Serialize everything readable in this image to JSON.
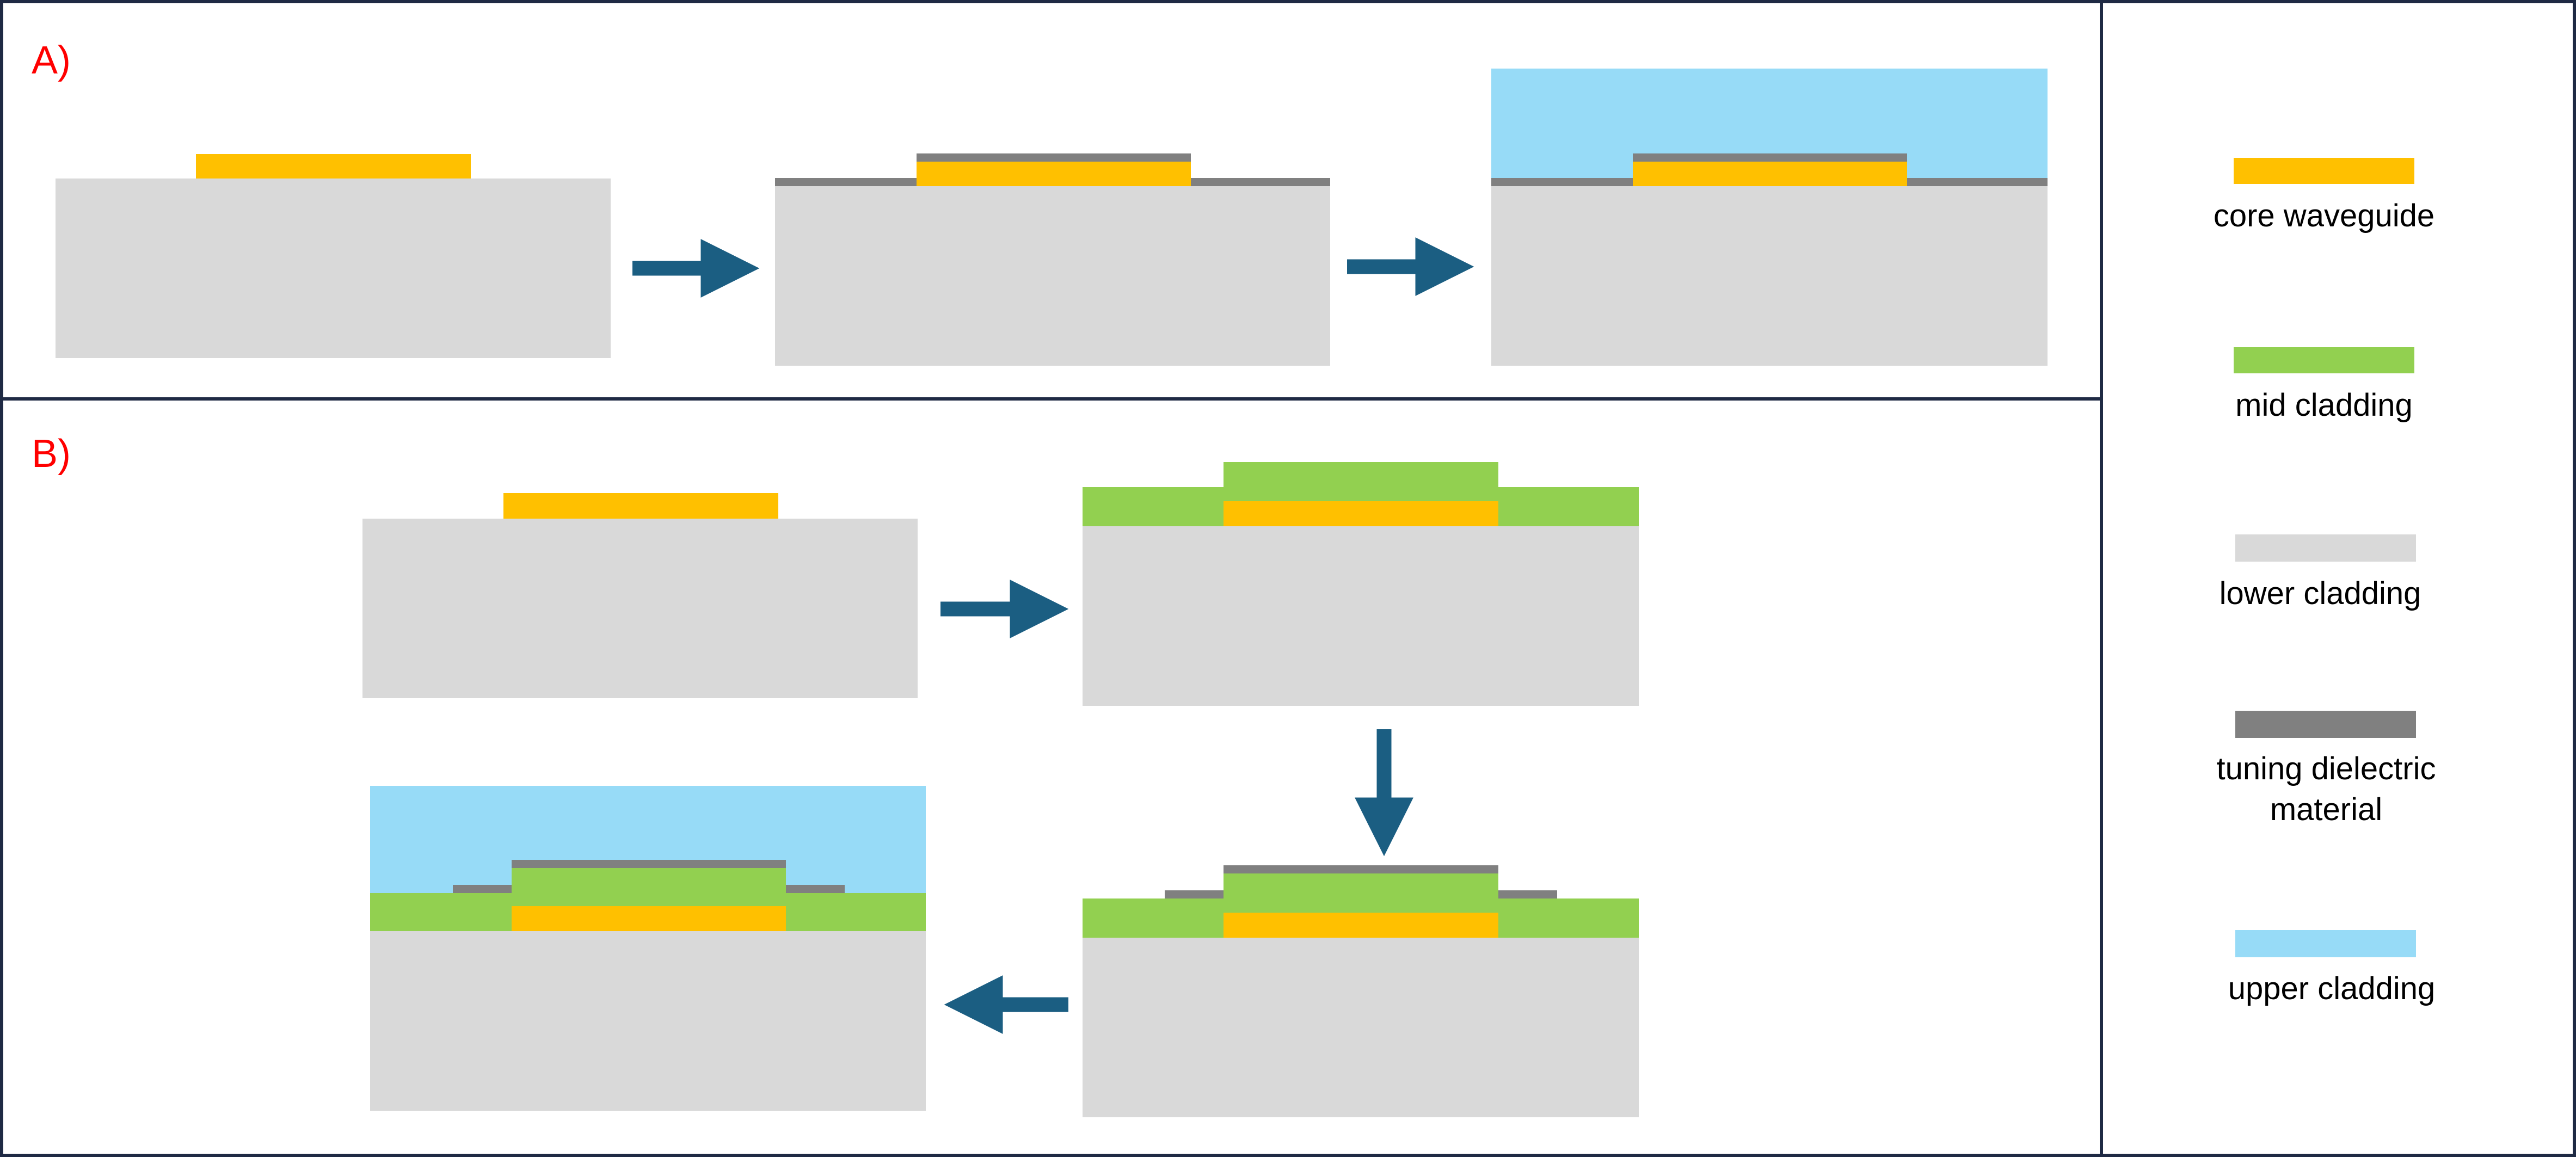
{
  "panels": {
    "a_label": "A)",
    "b_label": "B)"
  },
  "legend": {
    "core": "core waveguide",
    "mid": "mid cladding",
    "lower": "lower cladding",
    "tuning_line1": "tuning dielectric",
    "tuning_line2": "material",
    "upper": "upper cladding"
  },
  "colors": {
    "core": "#FFC000",
    "mid": "#92D050",
    "lower": "#D9D9D9",
    "tuning": "#808080",
    "upper": "#97DBF7",
    "arrow": "#1B5E82",
    "border": "#1F2A44"
  }
}
